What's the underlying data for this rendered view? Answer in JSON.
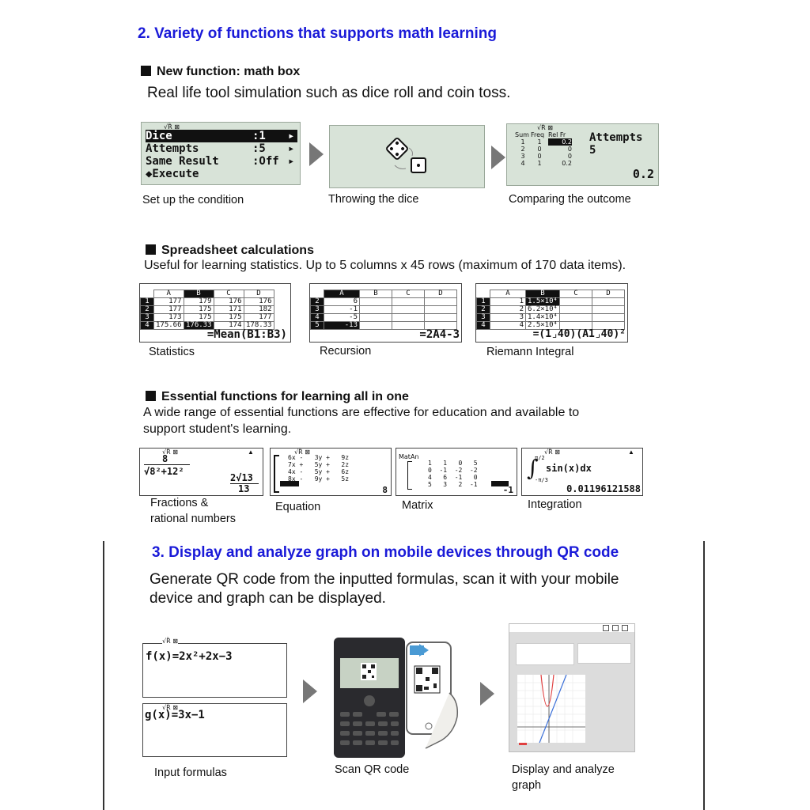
{
  "section2": {
    "title": "2. Variety of functions that supports math learning",
    "mathbox": {
      "heading": "New function: math box",
      "description": "Real life tool simulation such as dice roll and coin toss.",
      "screen1": {
        "indicator": "√Ȑ ⊠",
        "rows": [
          {
            "label": "Dice",
            "value": ":1",
            "arrow": "▸"
          },
          {
            "label": "Attempts",
            "value": ":5",
            "arrow": "▸"
          },
          {
            "label": "Same Result",
            "value": ":Off",
            "arrow": "▸"
          },
          {
            "label": "◆Execute",
            "value": "",
            "arrow": ""
          }
        ]
      },
      "screen3": {
        "indicator": "√Ȑ ⊠",
        "table_headers": [
          "Sum",
          "Freq",
          "Rel Fr"
        ],
        "table_rows": [
          [
            "1",
            "1",
            "0.2"
          ],
          [
            "2",
            "0",
            "0"
          ],
          [
            "3",
            "0",
            "0"
          ],
          [
            "4",
            "1",
            "0.2"
          ]
        ],
        "label": "Attempts",
        "value": "5",
        "result": "0.2"
      },
      "captions": [
        "Set up the condition",
        "Throwing the dice",
        "Comparing the outcome"
      ]
    },
    "spreadsheet": {
      "heading": "Spreadsheet calculations",
      "description": "Useful for learning statistics. Up to 5 columns x 45 rows (maximum of 170 data items).",
      "col_headers": [
        "A",
        "B",
        "C",
        "D"
      ],
      "sheet1": {
        "rows": [
          [
            "1",
            "177",
            "179",
            "176",
            "176"
          ],
          [
            "2",
            "177",
            "175",
            "171",
            "182"
          ],
          [
            "3",
            "173",
            "175",
            "175",
            "177"
          ],
          [
            "4",
            "175.66",
            "176.33",
            "174",
            "178.33"
          ]
        ],
        "formula": "=Mean(B1:B3)"
      },
      "sheet2": {
        "rows": [
          [
            "2",
            "6"
          ],
          [
            "3",
            "-1"
          ],
          [
            "4",
            "-5"
          ],
          [
            "5",
            "-13"
          ]
        ],
        "formula": "=2A4-3"
      },
      "sheet3": {
        "rows": [
          [
            "1",
            "1",
            "1.5×10⁴"
          ],
          [
            "2",
            "2",
            "6.2×10⁴"
          ],
          [
            "3",
            "3",
            "1.4×10⁴"
          ],
          [
            "4",
            "4",
            "2.5×10⁴"
          ]
        ],
        "formula": "=(1⌟40)(A1⌟40)²"
      },
      "captions": [
        "Statistics",
        "Recursion",
        "Riemann Integral"
      ]
    },
    "essential": {
      "heading": "Essential functions for learning all in one",
      "description_line1": "A wide range of essential functions are effective for education and available to",
      "description_line2": "support student's learning.",
      "fraction": {
        "numer": "8",
        "denom": "√8²+12²",
        "result_coef": "2√13",
        "result_den": "13"
      },
      "equation": {
        "rows": [
          "6x -   3y +   9z",
          "7x +   5y +   2z",
          "4x -   5y +   6z",
          "8x -   9y +   5z"
        ],
        "result": "8"
      },
      "matrix": {
        "label": "MatAn",
        "rows": [
          "1   1   0   5",
          "0  -1  -2  -2",
          "4   6  -1   0",
          "5   3   2  -1"
        ],
        "result": "-1"
      },
      "integration": {
        "expr": "sin(x)dx",
        "upper": "π/2",
        "lower": "-π/3",
        "result": "0.01196121588"
      },
      "captions": [
        "Fractions &",
        "rational numbers",
        "Equation",
        "Matrix",
        "Integration"
      ]
    }
  },
  "section3": {
    "title": "3. Display and analyze graph on mobile devices through QR code",
    "description_line1": "Generate QR code from the inputted formulas, scan it with your mobile",
    "description_line2": "device and graph can be displayed.",
    "formula_f": "f(x)=2x²+2x−3",
    "formula_g": "g(x)=3x−1",
    "captions": [
      "Input formulas",
      "Scan QR code",
      "Display and analyze",
      "graph"
    ]
  },
  "colors": {
    "heading_blue": "#1a1ad8",
    "lcd_bg": "#d8e3d8",
    "arrow_gray": "#777777"
  }
}
